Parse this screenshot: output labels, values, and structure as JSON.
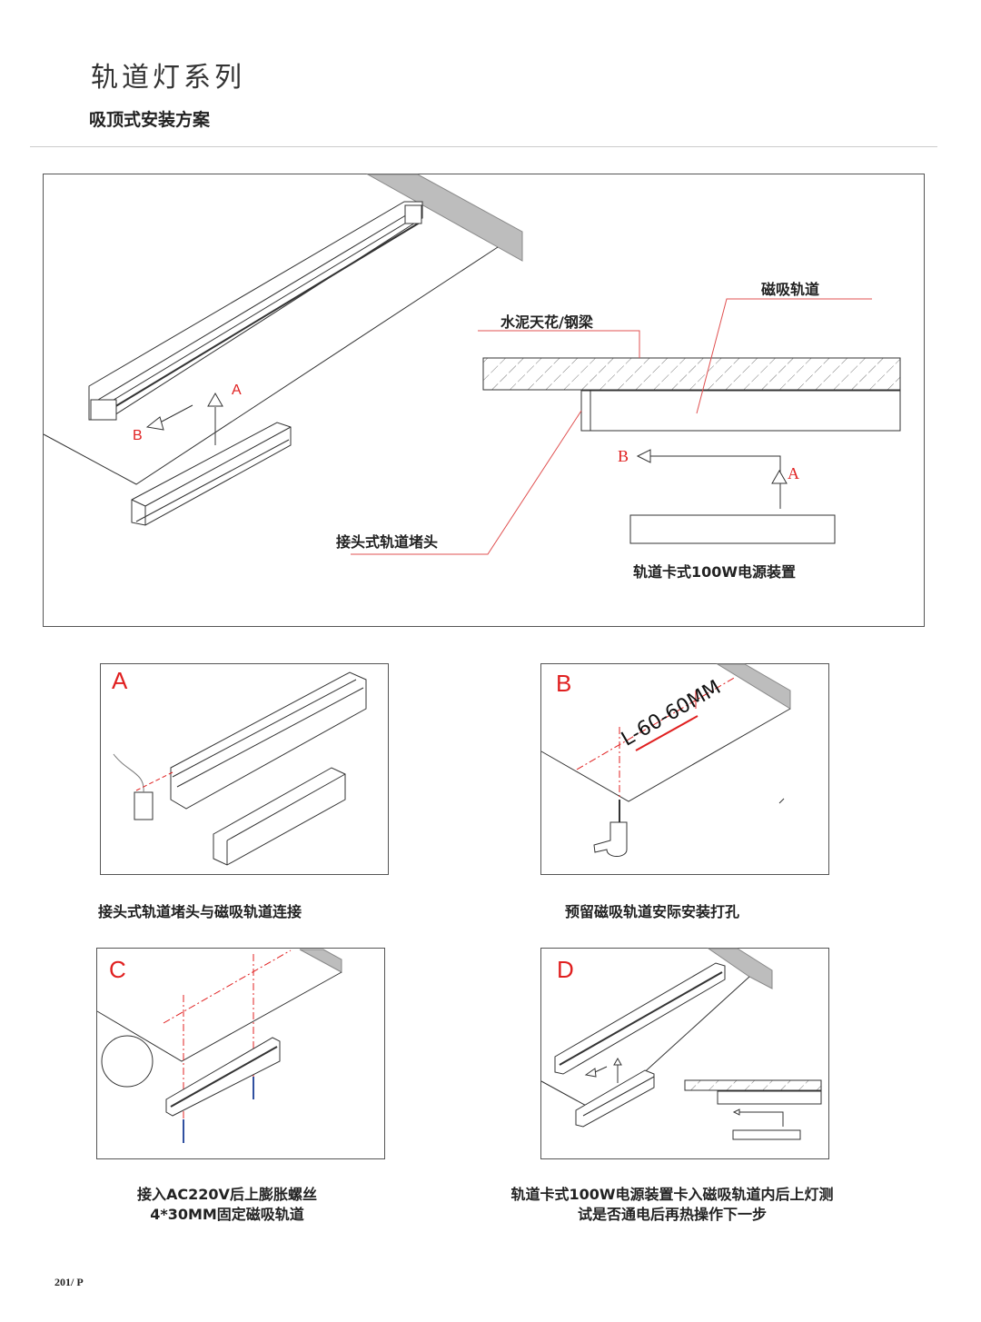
{
  "header": {
    "series_title": "轨道灯系列",
    "section_title": "吸顶式安装方案"
  },
  "main_diagram": {
    "labels": {
      "ceiling": "水泥天花/钢梁",
      "magnetic_track": "磁吸轨道",
      "end_cap": "接头式轨道堵头",
      "power_unit": "轨道卡式100W电源装置"
    },
    "arrow_a": "A",
    "arrow_b": "B"
  },
  "steps": [
    {
      "letter": "A",
      "caption": "接头式轨道堵头与磁吸轨道连接"
    },
    {
      "letter": "B",
      "caption": "预留磁吸轨道安际安装打孔",
      "dimension": "L-60-60MM"
    },
    {
      "letter": "C",
      "caption_lines": [
        "接入AC220V后上膨胀螺丝",
        "4*30MM固定磁吸轨道"
      ]
    },
    {
      "letter": "D",
      "caption_lines": [
        "轨道卡式100W电源装置卡入磁吸轨道内后上灯测",
        "试是否通电后再热操作下一步"
      ]
    }
  ],
  "footer": {
    "page": "201/ P"
  },
  "colors": {
    "accent": "#e02020",
    "line": "#333333",
    "slab": "#b5b5b5"
  }
}
